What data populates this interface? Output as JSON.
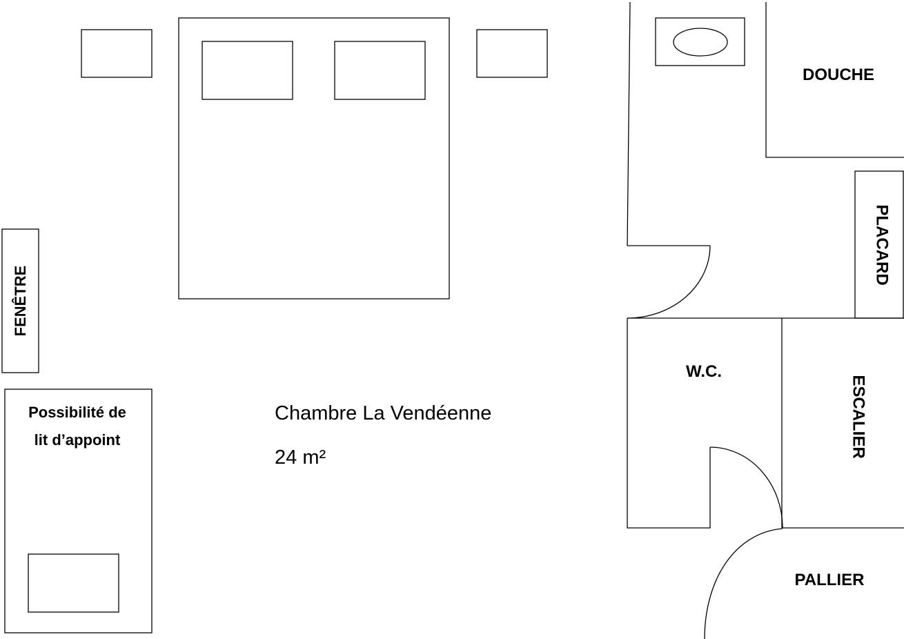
{
  "plan": {
    "room_name": "Chambre La Vendéenne",
    "room_area": "24 m²",
    "labels": {
      "window": "FENÊTRE",
      "extra_bed_line1": "Possibilité de",
      "extra_bed_line2": "lit d’appoint",
      "shower": "DOUCHE",
      "closet": "PLACARD",
      "wc": "W.C.",
      "stairs": "ESCALIER",
      "landing": "PALLIER"
    }
  }
}
